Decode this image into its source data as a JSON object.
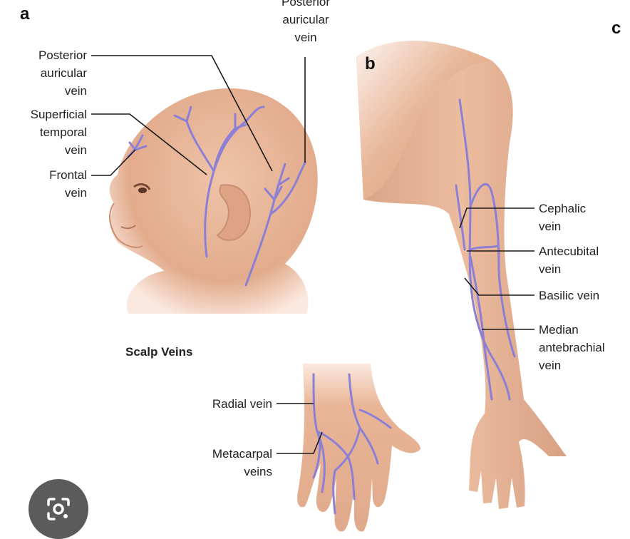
{
  "panels": {
    "a": "a",
    "b": "b",
    "c": "c"
  },
  "caption": "Scalp Veins",
  "labels": {
    "posterior_auricular_left": "Posterior\nauricular\nvein",
    "superficial_temporal": "Superficial\ntemporal\nvein",
    "frontal": "Frontal\nvein",
    "posterior_auricular_top": "Posterior\nauricular\nvein",
    "cephalic": "Cephalic\nvein",
    "antecubital": "Antecubital\nvein",
    "basilic": "Basilic vein",
    "median_antebrachial": "Median\nantebrachial\nvein",
    "radial": "Radial vein",
    "metacarpal": "Metacarpal\nveins"
  },
  "colors": {
    "skin": "#e9b89a",
    "skin_shadow": "#d59f82",
    "vein": "#8c7fd6",
    "leader": "#1a1a1a"
  },
  "icons": {
    "lens": "google-lens-icon"
  }
}
